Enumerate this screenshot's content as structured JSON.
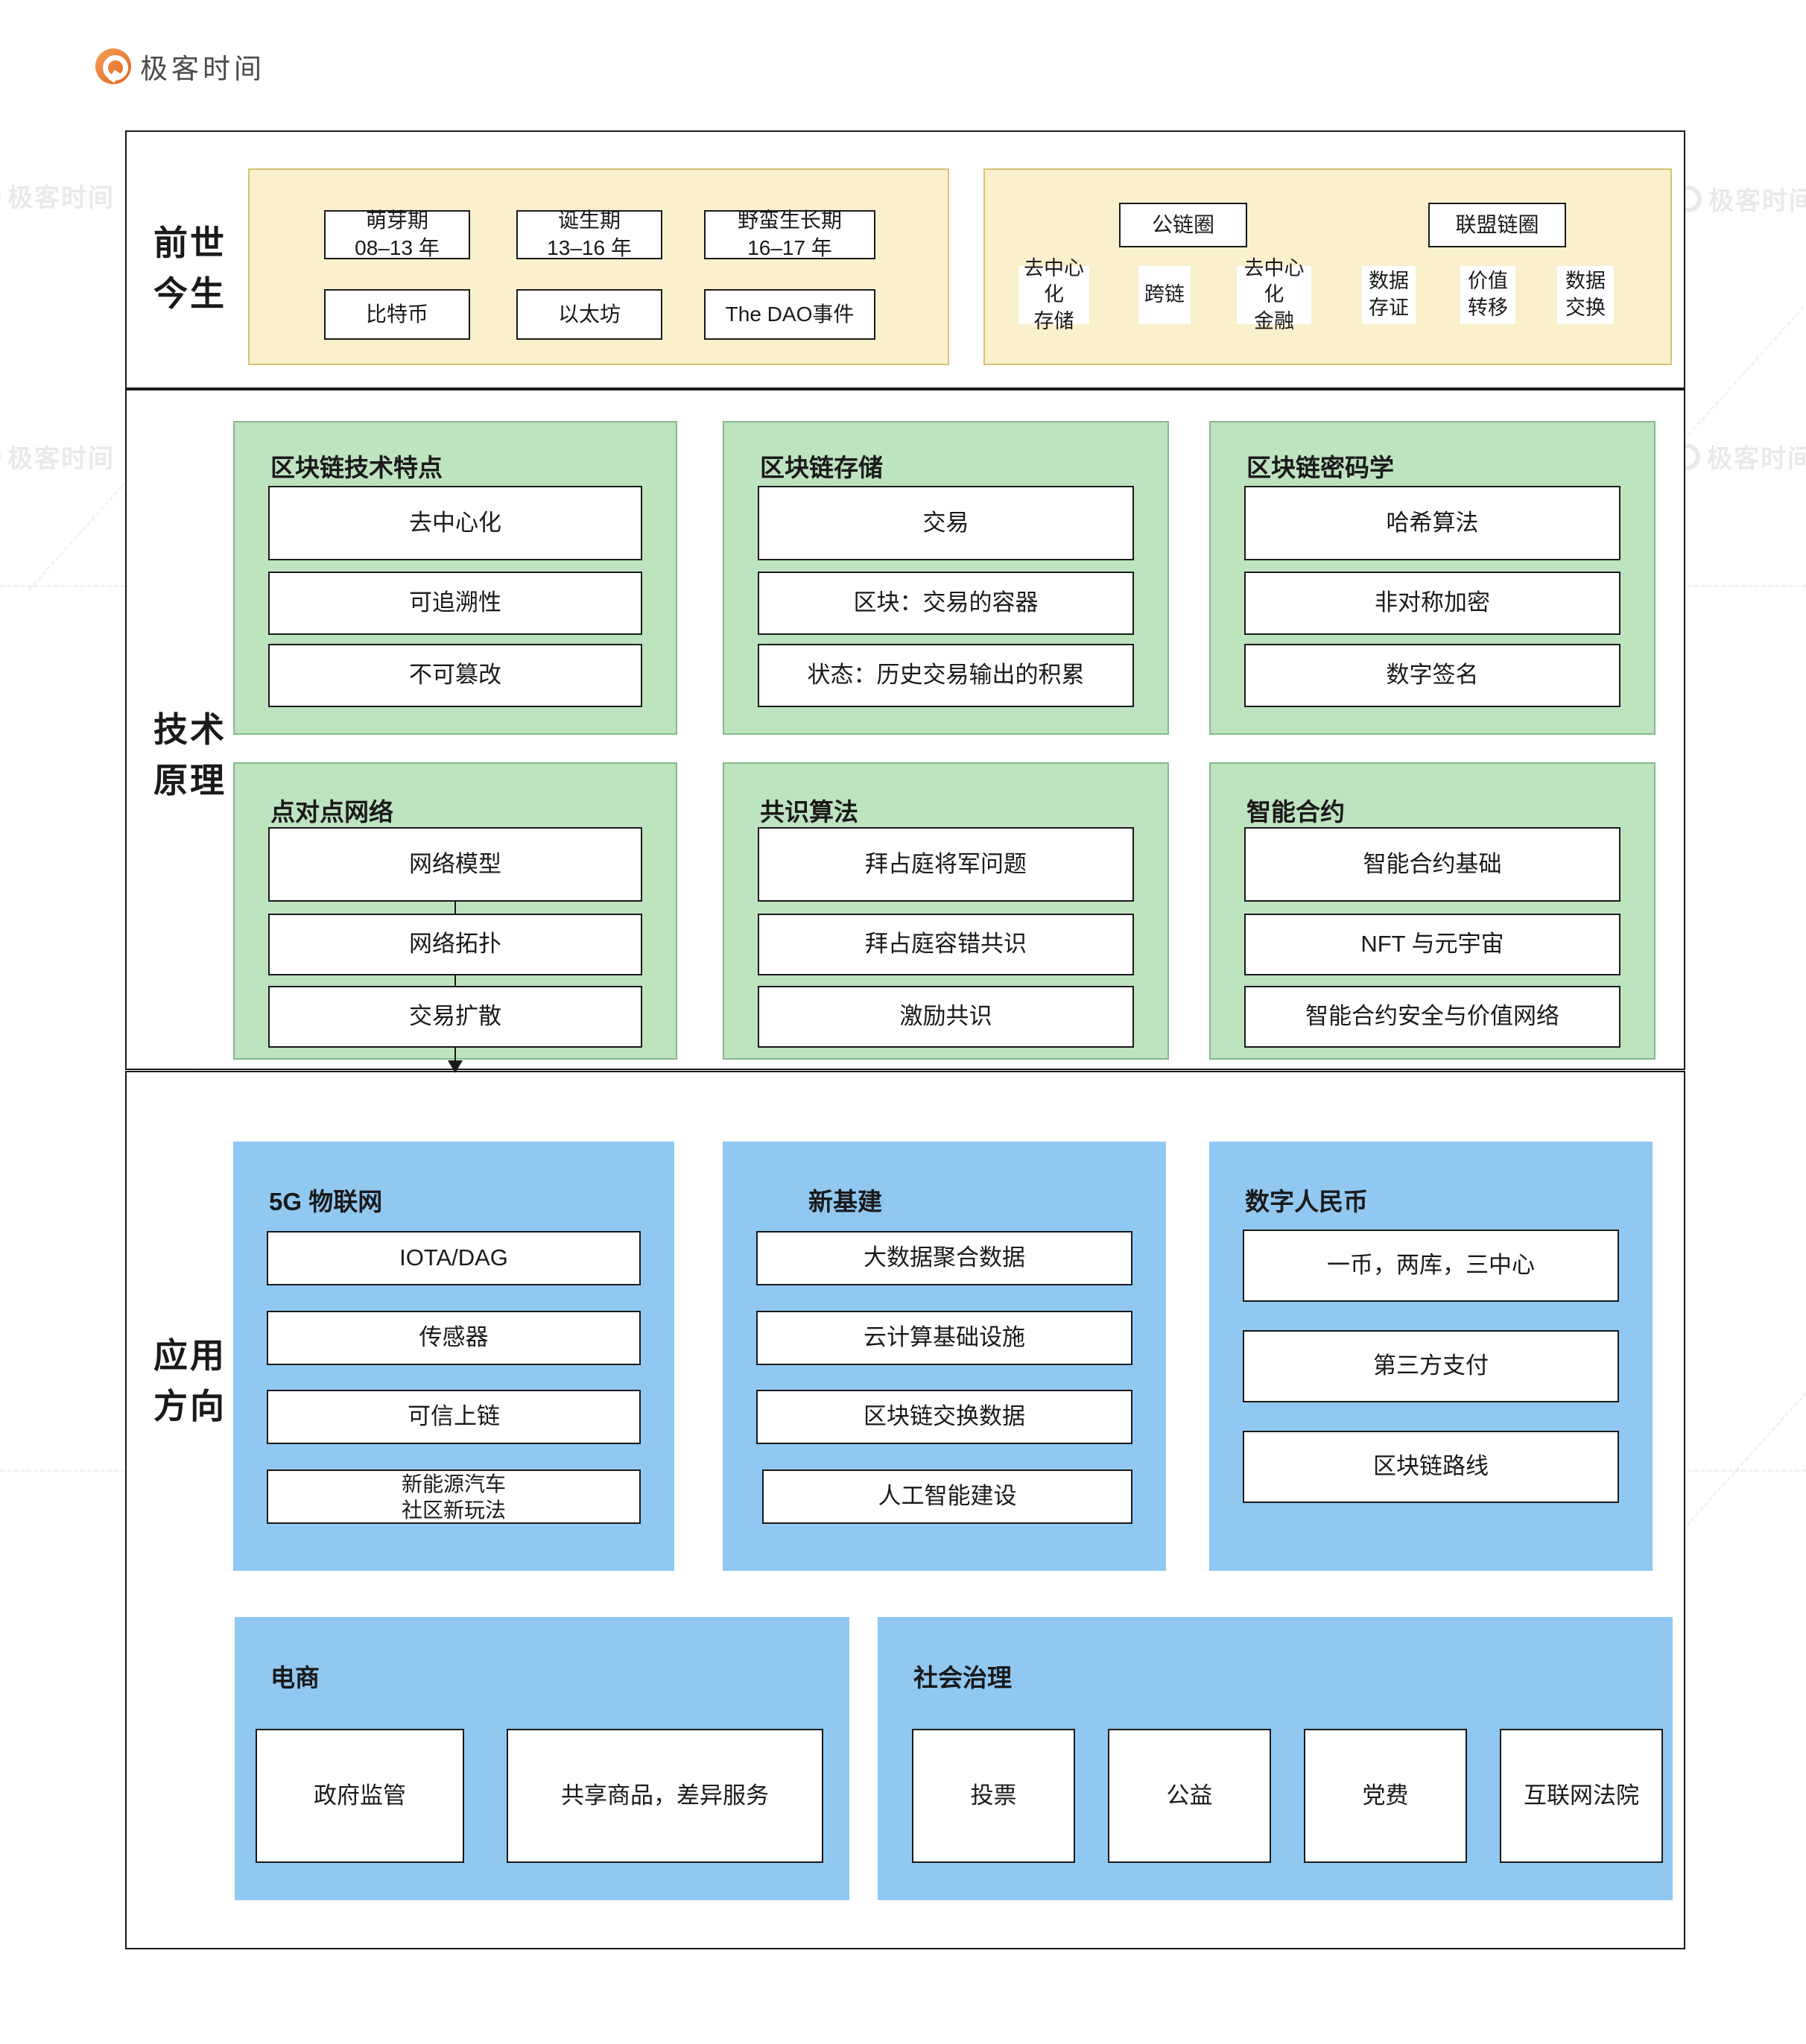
{
  "logo": {
    "name": "极客时间"
  },
  "watermark": {
    "label": "极客时间"
  },
  "colors": {
    "yellow_fill": "#FAF0CC",
    "yellow_border": "#D9C176",
    "green_fill": "#BEE3BF",
    "green_border": "#83BB87",
    "blue_fill": "#90C8F1",
    "ink": "#1A1A1A",
    "logo_orange": "#E2601F"
  },
  "section1": {
    "label": "前世\n今生",
    "timeline": {
      "stages": [
        {
          "label": "萌芽期\n08–13 年",
          "event": "比特币"
        },
        {
          "label": "诞生期\n13–16 年",
          "event": "以太坊"
        },
        {
          "label": "野蛮生长期\n16–17 年",
          "event": "The DAO事件"
        }
      ]
    },
    "ecosystem": {
      "groups": [
        "公链圈",
        "联盟链圈"
      ],
      "fields": [
        "去中心化\n存储",
        "跨链",
        "去中心化\n金融",
        "数据\n存证",
        "价值\n转移",
        "数据\n交换"
      ]
    }
  },
  "section2": {
    "label": "技术\n原理",
    "panels": [
      {
        "title": "区块链技术特点",
        "items": [
          "去中心化",
          "可追溯性",
          "不可篡改"
        ]
      },
      {
        "title": "区块链存储",
        "items": [
          "交易",
          "区块：交易的容器",
          "状态：历史交易输出的积累"
        ]
      },
      {
        "title": "区块链密码学",
        "items": [
          "哈希算法",
          "非对称加密",
          "数字签名"
        ]
      },
      {
        "title": "点对点网络",
        "items": [
          "网络模型",
          "网络拓扑",
          "交易扩散"
        ]
      },
      {
        "title": "共识算法",
        "items": [
          "拜占庭将军问题",
          "拜占庭容错共识",
          "激励共识"
        ]
      },
      {
        "title": "智能合约",
        "items": [
          "智能合约基础",
          "NFT 与元宇宙",
          "智能合约安全与价值网络"
        ]
      }
    ]
  },
  "section3": {
    "label": "应用\n方向",
    "panels_top": [
      {
        "title": "5G 物联网",
        "items": [
          "IOTA/DAG",
          "传感器",
          "可信上链",
          "新能源汽车\n社区新玩法"
        ]
      },
      {
        "title": "新基建",
        "items": [
          "大数据聚合数据",
          "云计算基础设施",
          "区块链交换数据",
          "人工智能建设"
        ]
      },
      {
        "title": "数字人民币",
        "items": [
          "一币，两库，三中心",
          "第三方支付",
          "区块链路线"
        ]
      }
    ],
    "panels_bottom": [
      {
        "title": "电商",
        "items": [
          "政府监管",
          "共享商品，差异服务"
        ]
      },
      {
        "title": "社会治理",
        "items": [
          "投票",
          "公益",
          "党费",
          "互联网法院"
        ]
      }
    ]
  }
}
